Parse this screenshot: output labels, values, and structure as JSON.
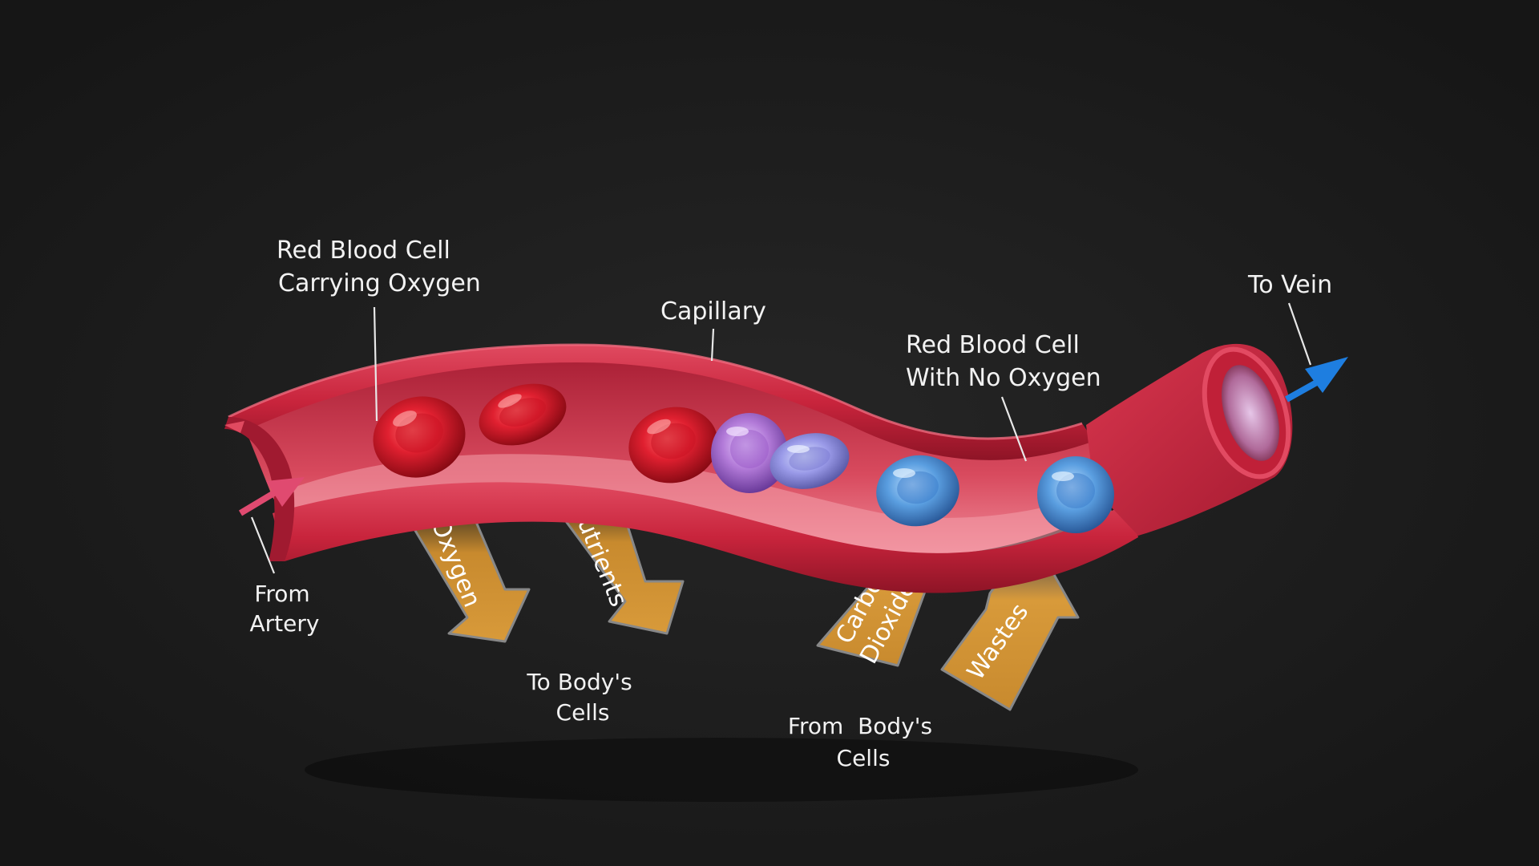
{
  "labels": {
    "rbc_oxygen_line1": "Red Blood Cell",
    "rbc_oxygen_line2": "Carrying Oxygen",
    "capillary": "Capillary",
    "rbc_no_oxygen_line1": "Red Blood Cell",
    "rbc_no_oxygen_line2": "With No Oxygen",
    "to_vein": "To Vein",
    "from_artery_line1": "From",
    "from_artery_line2": "Artery",
    "to_cells_line1": "To Body's",
    "to_cells_line2": "Cells",
    "from_cells_line1": "From  Body's",
    "from_cells_line2": "Cells"
  },
  "flow_arrows": {
    "oxygen": "Oxygen",
    "nutrients": "Nutrients",
    "carbon_line1": "Carbon",
    "carbon_line2": "Dioxide",
    "wastes": "Wastes"
  },
  "colors": {
    "background": "#1c1c1c",
    "vessel": "#c8243c",
    "vessel_inner": "#e0566a",
    "rbc_oxygen": "#e02030",
    "rbc_transition": "#b27ad8",
    "rbc_no_oxygen": "#5a9ee0",
    "flow_arrow": "#c88a2e",
    "in_arrow": "#e04a70",
    "out_arrow": "#1e7ee0"
  }
}
